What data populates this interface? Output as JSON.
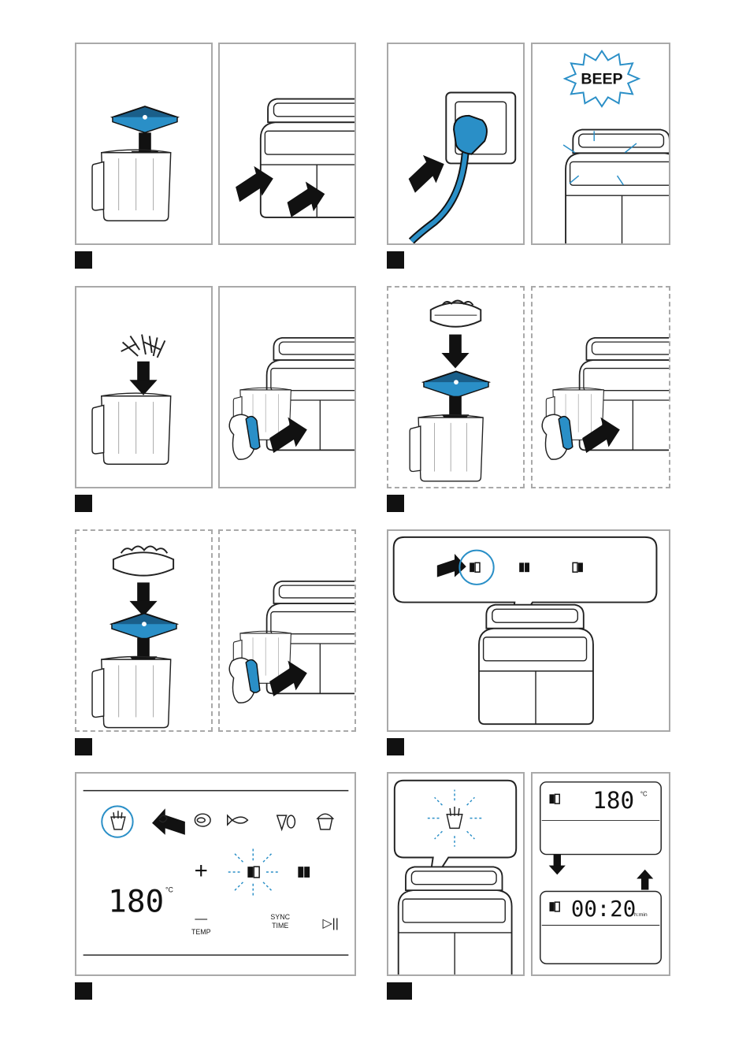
{
  "steps": [
    {
      "id": "step-1",
      "label": ""
    },
    {
      "id": "step-2",
      "label": ""
    },
    {
      "id": "step-3",
      "label": ""
    },
    {
      "id": "step-4",
      "label": ""
    },
    {
      "id": "step-5",
      "label": ""
    },
    {
      "id": "step-6",
      "label": ""
    },
    {
      "id": "step-7",
      "label": ""
    },
    {
      "id": "step-8",
      "label": ""
    }
  ],
  "beep": {
    "text": "BEEP"
  },
  "control_panel": {
    "temperature": "180",
    "temp_unit": "°C",
    "plus": "+",
    "minus": "—",
    "temp_label": "TEMP",
    "sync_label_1": "SYNC",
    "sync_label_2": "TIME",
    "play_pause": "▷||"
  },
  "display": {
    "temperature": "180",
    "temp_unit": "°C",
    "time": "00:20",
    "time_unit": "h:min"
  },
  "colors": {
    "accent": "#2a8fc7",
    "accent_dark": "#1a5f8a",
    "border": "#a9a9a9",
    "ink": "#1a1a1a"
  }
}
